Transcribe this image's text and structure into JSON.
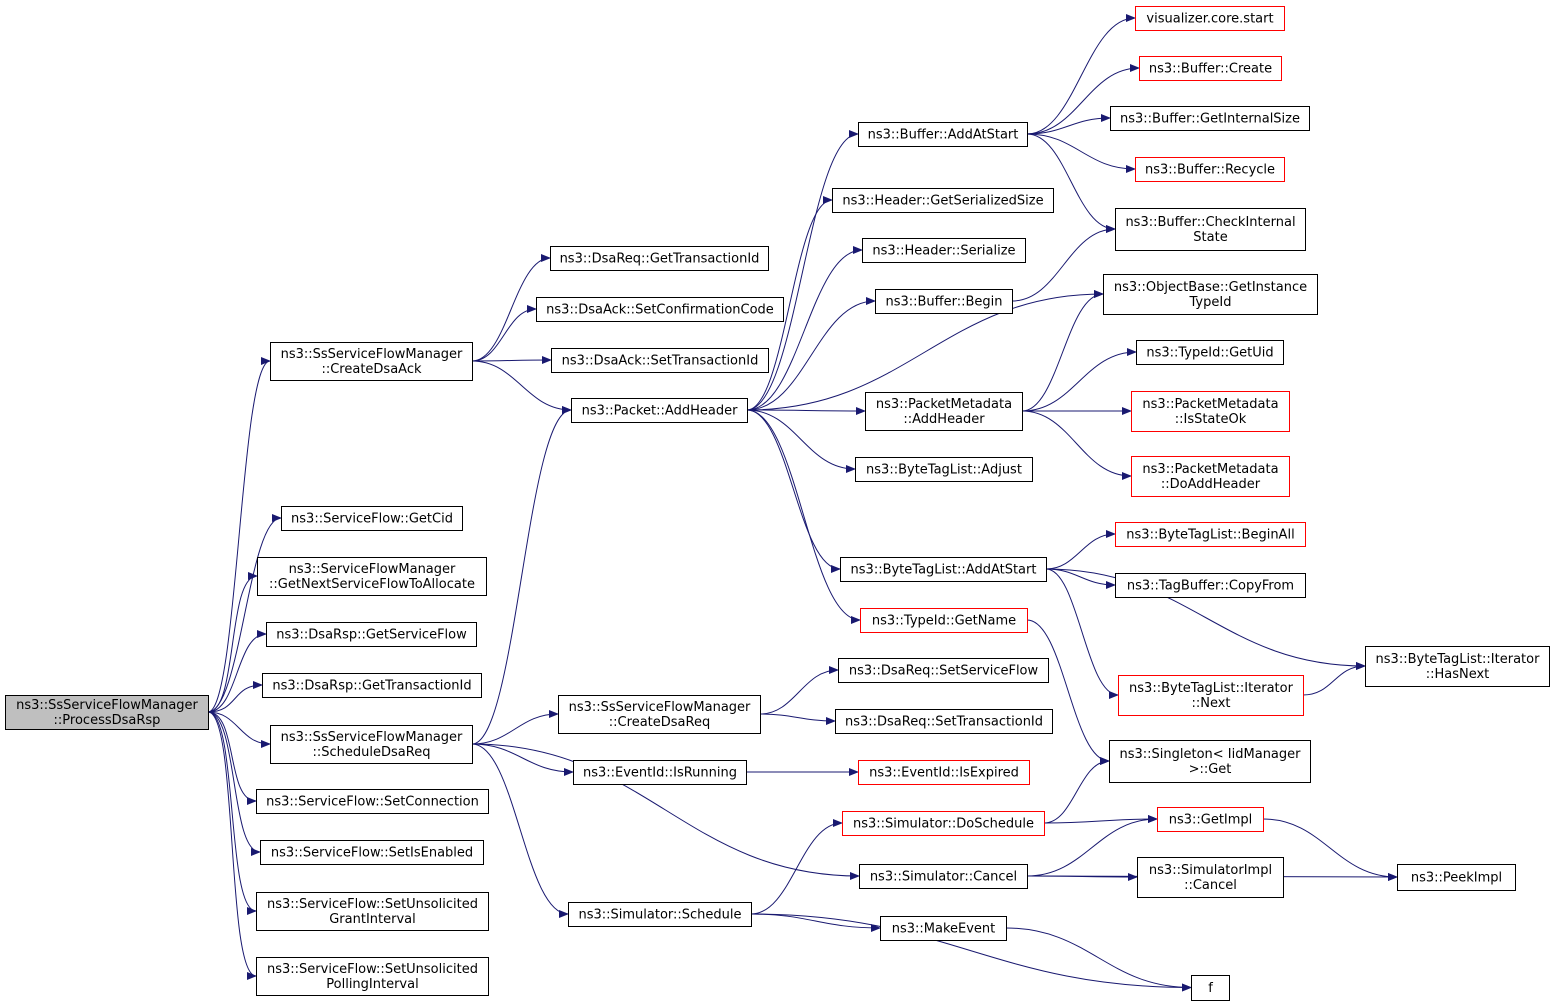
{
  "colors": {
    "edge": "#191970",
    "box_border_black": "#000000",
    "box_border_red": "#ff0000",
    "box_fill_root": "#bfbfbf",
    "box_fill": "#ffffff"
  },
  "nodes": {
    "root": {
      "lines": [
        "ns3::SsServiceFlowManager",
        "::ProcessDsaRsp"
      ],
      "style": "root"
    },
    "createDsaAck": {
      "lines": [
        "ns3::SsServiceFlowManager",
        "::CreateDsaAck"
      ],
      "style": "black"
    },
    "getCid": {
      "lines": [
        "ns3::ServiceFlow::GetCid"
      ],
      "style": "black"
    },
    "getNextSF": {
      "lines": [
        "ns3::ServiceFlowManager",
        "::GetNextServiceFlowToAllocate"
      ],
      "style": "black"
    },
    "rspGetServiceFlow": {
      "lines": [
        "ns3::DsaRsp::GetServiceFlow"
      ],
      "style": "black"
    },
    "rspGetTransactionId": {
      "lines": [
        "ns3::DsaRsp::GetTransactionId"
      ],
      "style": "black"
    },
    "scheduleDsaReq": {
      "lines": [
        "ns3::SsServiceFlowManager",
        "::ScheduleDsaReq"
      ],
      "style": "black"
    },
    "setConnection": {
      "lines": [
        "ns3::ServiceFlow::SetConnection"
      ],
      "style": "black"
    },
    "setIsEnabled": {
      "lines": [
        "ns3::ServiceFlow::SetIsEnabled"
      ],
      "style": "black"
    },
    "setUnsolGrant": {
      "lines": [
        "ns3::ServiceFlow::SetUnsolicited",
        "GrantInterval"
      ],
      "style": "black"
    },
    "setUnsolPolling": {
      "lines": [
        "ns3::ServiceFlow::SetUnsolicited",
        "PollingInterval"
      ],
      "style": "black"
    },
    "reqGetTransactionId": {
      "lines": [
        "ns3::DsaReq::GetTransactionId"
      ],
      "style": "black"
    },
    "ackSetConfirmation": {
      "lines": [
        "ns3::DsaAck::SetConfirmationCode"
      ],
      "style": "black"
    },
    "ackSetTransactionId": {
      "lines": [
        "ns3::DsaAck::SetTransactionId"
      ],
      "style": "black"
    },
    "packetAddHeader": {
      "lines": [
        "ns3::Packet::AddHeader"
      ],
      "style": "black"
    },
    "createDsaReq": {
      "lines": [
        "ns3::SsServiceFlowManager",
        "::CreateDsaReq"
      ],
      "style": "black"
    },
    "eventIsRunning": {
      "lines": [
        "ns3::EventId::IsRunning"
      ],
      "style": "black"
    },
    "simSchedule": {
      "lines": [
        "ns3::Simulator::Schedule"
      ],
      "style": "black"
    },
    "bufferAddAtStart": {
      "lines": [
        "ns3::Buffer::AddAtStart"
      ],
      "style": "black"
    },
    "headerGetSerializedSize": {
      "lines": [
        "ns3::Header::GetSerializedSize"
      ],
      "style": "black"
    },
    "headerSerialize": {
      "lines": [
        "ns3::Header::Serialize"
      ],
      "style": "black"
    },
    "bufferBegin": {
      "lines": [
        "ns3::Buffer::Begin"
      ],
      "style": "black"
    },
    "pmAddHeader": {
      "lines": [
        "ns3::PacketMetadata",
        "::AddHeader"
      ],
      "style": "black"
    },
    "btlAdjust": {
      "lines": [
        "ns3::ByteTagList::Adjust"
      ],
      "style": "black"
    },
    "btlAddAtStart": {
      "lines": [
        "ns3::ByteTagList::AddAtStart"
      ],
      "style": "black"
    },
    "typeIdGetName": {
      "lines": [
        "ns3::TypeId::GetName"
      ],
      "style": "red"
    },
    "reqSetServiceFlow": {
      "lines": [
        "ns3::DsaReq::SetServiceFlow"
      ],
      "style": "black"
    },
    "reqSetTransactionId": {
      "lines": [
        "ns3::DsaReq::SetTransactionId"
      ],
      "style": "black"
    },
    "eventIsExpired": {
      "lines": [
        "ns3::EventId::IsExpired"
      ],
      "style": "red"
    },
    "simDoSchedule": {
      "lines": [
        "ns3::Simulator::DoSchedule"
      ],
      "style": "red"
    },
    "simCancel": {
      "lines": [
        "ns3::Simulator::Cancel"
      ],
      "style": "black"
    },
    "makeEvent": {
      "lines": [
        "ns3::MakeEvent"
      ],
      "style": "black"
    },
    "vizStart": {
      "lines": [
        "visualizer.core.start"
      ],
      "style": "red"
    },
    "bufferCreate": {
      "lines": [
        "ns3::Buffer::Create"
      ],
      "style": "red"
    },
    "bufferGetInternalSize": {
      "lines": [
        "ns3::Buffer::GetInternalSize"
      ],
      "style": "black"
    },
    "bufferRecycle": {
      "lines": [
        "ns3::Buffer::Recycle"
      ],
      "style": "red"
    },
    "bufferCheckInternal": {
      "lines": [
        "ns3::Buffer::CheckInternal",
        "State"
      ],
      "style": "black"
    },
    "objGetInstanceTypeId": {
      "lines": [
        "ns3::ObjectBase::GetInstance",
        "TypeId"
      ],
      "style": "black"
    },
    "typeIdGetUid": {
      "lines": [
        "ns3::TypeId::GetUid"
      ],
      "style": "black"
    },
    "pmIsStateOk": {
      "lines": [
        "ns3::PacketMetadata",
        "::IsStateOk"
      ],
      "style": "red"
    },
    "pmDoAddHeader": {
      "lines": [
        "ns3::PacketMetadata",
        "::DoAddHeader"
      ],
      "style": "red"
    },
    "btlBeginAll": {
      "lines": [
        "ns3::ByteTagList::BeginAll"
      ],
      "style": "red"
    },
    "tagBufferCopyFrom": {
      "lines": [
        "ns3::TagBuffer::CopyFrom"
      ],
      "style": "black"
    },
    "btlIterNext": {
      "lines": [
        "ns3::ByteTagList::Iterator",
        "::Next"
      ],
      "style": "red"
    },
    "btlIterHasNext": {
      "lines": [
        "ns3::ByteTagList::Iterator",
        "::HasNext"
      ],
      "style": "black"
    },
    "singletonGet": {
      "lines": [
        "ns3::Singleton< IidManager",
        ">::Get"
      ],
      "style": "black"
    },
    "getImpl": {
      "lines": [
        "ns3::GetImpl"
      ],
      "style": "red"
    },
    "simImplCancel": {
      "lines": [
        "ns3::SimulatorImpl",
        "::Cancel"
      ],
      "style": "black"
    },
    "peekImpl": {
      "lines": [
        "ns3::PeekImpl"
      ],
      "style": "black"
    },
    "fNode": {
      "lines": [
        "f"
      ],
      "style": "black"
    }
  },
  "edges": [
    [
      "root",
      "createDsaAck"
    ],
    [
      "root",
      "getCid"
    ],
    [
      "root",
      "getNextSF"
    ],
    [
      "root",
      "rspGetServiceFlow"
    ],
    [
      "root",
      "rspGetTransactionId"
    ],
    [
      "root",
      "scheduleDsaReq"
    ],
    [
      "root",
      "setConnection"
    ],
    [
      "root",
      "setIsEnabled"
    ],
    [
      "root",
      "setUnsolGrant"
    ],
    [
      "root",
      "setUnsolPolling"
    ],
    [
      "createDsaAck",
      "reqGetTransactionId"
    ],
    [
      "createDsaAck",
      "ackSetConfirmation"
    ],
    [
      "createDsaAck",
      "ackSetTransactionId"
    ],
    [
      "createDsaAck",
      "packetAddHeader"
    ],
    [
      "scheduleDsaReq",
      "packetAddHeader"
    ],
    [
      "scheduleDsaReq",
      "createDsaReq"
    ],
    [
      "scheduleDsaReq",
      "eventIsRunning"
    ],
    [
      "scheduleDsaReq",
      "simSchedule"
    ],
    [
      "scheduleDsaReq",
      "simCancel"
    ],
    [
      "packetAddHeader",
      "bufferAddAtStart"
    ],
    [
      "packetAddHeader",
      "headerGetSerializedSize"
    ],
    [
      "packetAddHeader",
      "headerSerialize"
    ],
    [
      "packetAddHeader",
      "bufferBegin"
    ],
    [
      "packetAddHeader",
      "objGetInstanceTypeId"
    ],
    [
      "packetAddHeader",
      "pmAddHeader"
    ],
    [
      "packetAddHeader",
      "btlAdjust"
    ],
    [
      "packetAddHeader",
      "btlAddAtStart"
    ],
    [
      "packetAddHeader",
      "typeIdGetName"
    ],
    [
      "bufferAddAtStart",
      "vizStart"
    ],
    [
      "bufferAddAtStart",
      "bufferCreate"
    ],
    [
      "bufferAddAtStart",
      "bufferGetInternalSize"
    ],
    [
      "bufferAddAtStart",
      "bufferRecycle"
    ],
    [
      "bufferAddAtStart",
      "bufferCheckInternal"
    ],
    [
      "bufferBegin",
      "bufferCheckInternal"
    ],
    [
      "pmAddHeader",
      "objGetInstanceTypeId"
    ],
    [
      "pmAddHeader",
      "typeIdGetUid"
    ],
    [
      "pmAddHeader",
      "pmIsStateOk"
    ],
    [
      "pmAddHeader",
      "pmDoAddHeader"
    ],
    [
      "btlAddAtStart",
      "btlBeginAll"
    ],
    [
      "btlAddAtStart",
      "tagBufferCopyFrom"
    ],
    [
      "btlAddAtStart",
      "btlIterNext"
    ],
    [
      "btlAddAtStart",
      "btlIterHasNext"
    ],
    [
      "btlIterNext",
      "btlIterHasNext"
    ],
    [
      "typeIdGetName",
      "singletonGet"
    ],
    [
      "createDsaReq",
      "reqSetServiceFlow"
    ],
    [
      "createDsaReq",
      "reqSetTransactionId"
    ],
    [
      "eventIsRunning",
      "eventIsExpired"
    ],
    [
      "simSchedule",
      "simDoSchedule"
    ],
    [
      "simSchedule",
      "makeEvent"
    ],
    [
      "simSchedule",
      "fNode"
    ],
    [
      "simDoSchedule",
      "singletonGet"
    ],
    [
      "simDoSchedule",
      "getImpl"
    ],
    [
      "simCancel",
      "getImpl"
    ],
    [
      "simCancel",
      "simImplCancel"
    ],
    [
      "simCancel",
      "peekImpl"
    ],
    [
      "getImpl",
      "peekImpl"
    ],
    [
      "makeEvent",
      "fNode"
    ]
  ]
}
